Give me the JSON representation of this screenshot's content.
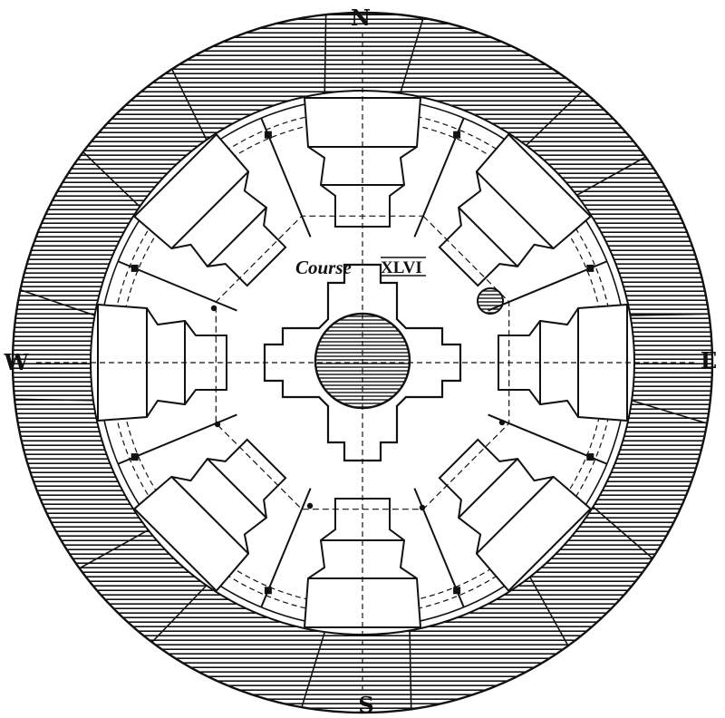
{
  "compass": {
    "north": "N",
    "south": "S",
    "east": "E",
    "west": "W"
  },
  "course_label": {
    "word": "Course",
    "numeral": "XLVI"
  },
  "colors": {
    "ink": "#111111",
    "paper": "#ffffff"
  }
}
